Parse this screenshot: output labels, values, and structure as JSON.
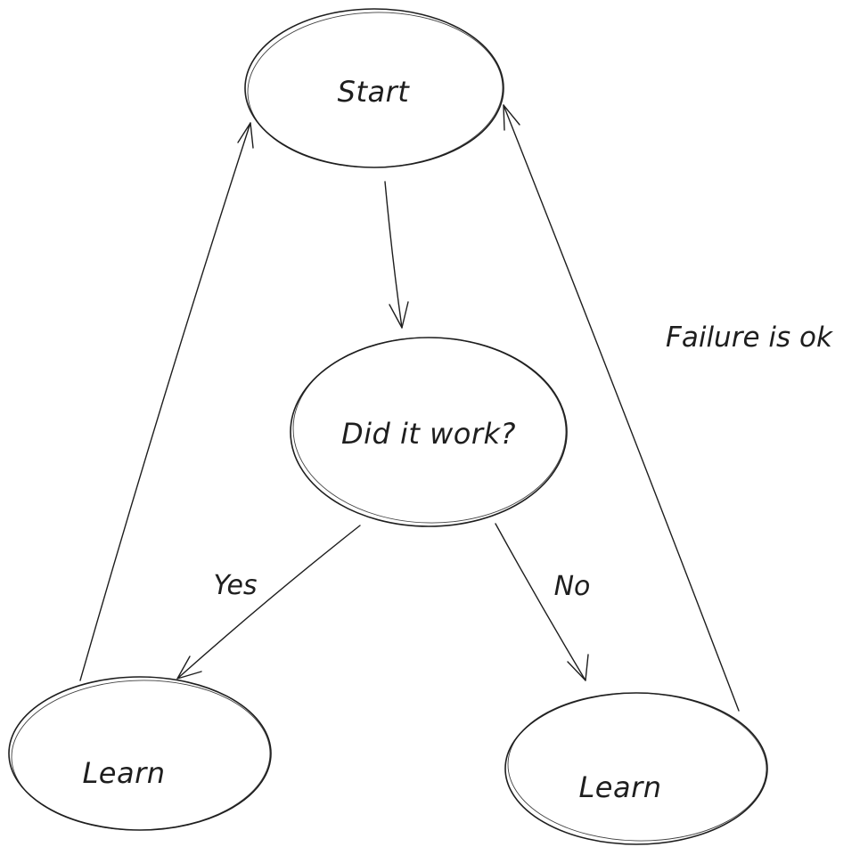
{
  "colors": {
    "ink": "#1e1e1e",
    "background": "#ffffff"
  },
  "nodes": {
    "start": {
      "label": "Start"
    },
    "decision": {
      "label": "Did it work?"
    },
    "learn_left": {
      "label": "Learn"
    },
    "learn_right": {
      "label": "Learn"
    }
  },
  "edges": {
    "start_to_decision": {
      "from": "start",
      "to": "decision",
      "label": ""
    },
    "decision_to_learn_left": {
      "from": "decision",
      "to": "learn_left",
      "label": "Yes"
    },
    "decision_to_learn_right": {
      "from": "decision",
      "to": "learn_right",
      "label": "No"
    },
    "learn_left_to_start": {
      "from": "learn_left",
      "to": "start",
      "label": ""
    },
    "learn_right_to_start": {
      "from": "learn_right",
      "to": "start",
      "label": ""
    }
  },
  "annotations": {
    "note": "Failure is ok"
  }
}
